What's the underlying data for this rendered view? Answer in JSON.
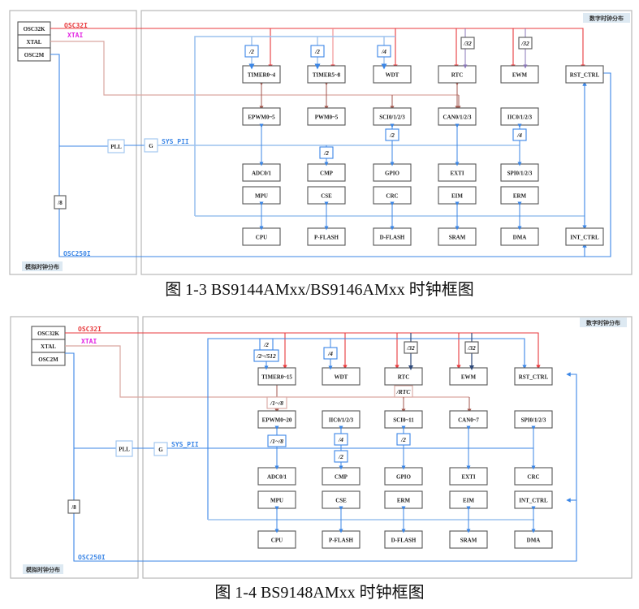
{
  "colors": {
    "panel_border": "#b8b8b8",
    "block_border": "#555555",
    "blue": "#3b86e6",
    "light_blue": "#9cc2ee",
    "red": "#e8393c",
    "pink": "#f08a8c",
    "brown": "#a2564c",
    "brown_light": "#d9a6a0",
    "purple": "#8a77b8",
    "navy": "#2f4a7a",
    "label_bg": "#dde9f2",
    "magenta": "#e222e2"
  },
  "figures": [
    {
      "caption": "图 1-3 BS9144AMxx/BS9146AMxx 时钟框图",
      "analog_label": "模拟时钟分布",
      "digital_label": "数字时钟分布",
      "sources": [
        "OSC32K",
        "XTAL",
        "OSC2M"
      ],
      "signals": {
        "osc32": "OSC32I",
        "xtal": "XTAI",
        "sys_pll": "SYS_PII",
        "osc250": "OSC250I"
      },
      "pll": "PLL",
      "gate": "G",
      "div8": "/8",
      "rows": [
        [
          "TIMER0~4",
          "TIMER5~8",
          "WDT",
          "RTC",
          "EWM",
          "RST_CTRL"
        ],
        [
          "EPWM0~5",
          "PWM0~5",
          "SCI0/1/2/3",
          "CAN0/1/2/3",
          "IIC0/1/2/3"
        ],
        [
          "ADC0/1",
          "CMP",
          "GPIO",
          "EXTI",
          "SPI0/1/2/3"
        ],
        [
          "MPU",
          "CSE",
          "CRC",
          "EIM",
          "ERM"
        ],
        [
          "CPU",
          "P-FLASH",
          "D-FLASH",
          "SRAM",
          "DMA",
          "INT_CTRL"
        ]
      ],
      "dividers": {
        "timer04": "/2",
        "timer58": "/2",
        "wdt": "/4",
        "rtc": "/32",
        "ewm": "/32",
        "sci": "/2",
        "iic": "/4",
        "cmp": "/2"
      }
    },
    {
      "caption": "图 1-4 BS9148AMxx 时钟框图",
      "analog_label": "模拟时钟分布",
      "digital_label": "数字时钟分布",
      "sources": [
        "OSC32K",
        "XTAL",
        "OSC2M"
      ],
      "signals": {
        "osc32": "OSC32I",
        "xtal": "XTAI",
        "sys_pll": "SYS_PII",
        "osc250": "OSC250I"
      },
      "pll": "PLL",
      "gate": "G",
      "div8": "/8",
      "rows": [
        [
          "TIMER0~15",
          "WDT",
          "RTC",
          "EWM",
          "RST_CTRL"
        ],
        [
          "EPWM0~20",
          "IIC0/1/2/3",
          "SCI0~11",
          "CAN0~7",
          "SPI0/1/2/3"
        ],
        [
          "ADC0/1",
          "CMP",
          "GPIO",
          "EXTI",
          "CRC"
        ],
        [
          "MPU",
          "CSE",
          "ERM",
          "EIM",
          "INT_CTRL"
        ],
        [
          "CPU",
          "P-FLASH",
          "D-FLASH",
          "SRAM",
          "DMA"
        ]
      ],
      "dividers": {
        "timer_a": "/2",
        "timer_b": "/2~/512",
        "wdt": "/4",
        "rtc": "/32",
        "ewm": "/32",
        "rtc_out": "/RTC",
        "epwm_in": "/1~/8",
        "epwm_out": "/1~/8",
        "iic": "/4",
        "cmp": "/2",
        "sci": "/2"
      }
    }
  ]
}
